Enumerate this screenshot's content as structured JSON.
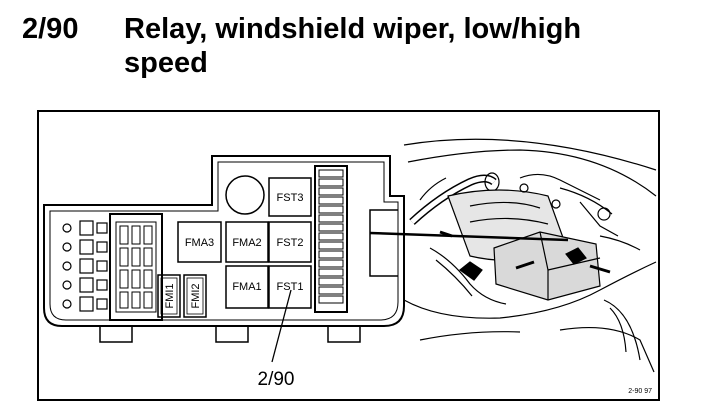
{
  "header": {
    "code": "2/90",
    "title_line1": "Relay, windshield wiper, low/high",
    "title_line2": "speed"
  },
  "diagram": {
    "slots": {
      "fst3": "FST3",
      "fma3": "FMA3",
      "fma2": "FMA2",
      "fst2": "FST2",
      "fma1": "FMA1",
      "fst1": "FST1",
      "fmi1": "FMI1",
      "fmi2": "FMI2"
    },
    "callout": "2/90",
    "figure_ref": "2-90  97"
  }
}
